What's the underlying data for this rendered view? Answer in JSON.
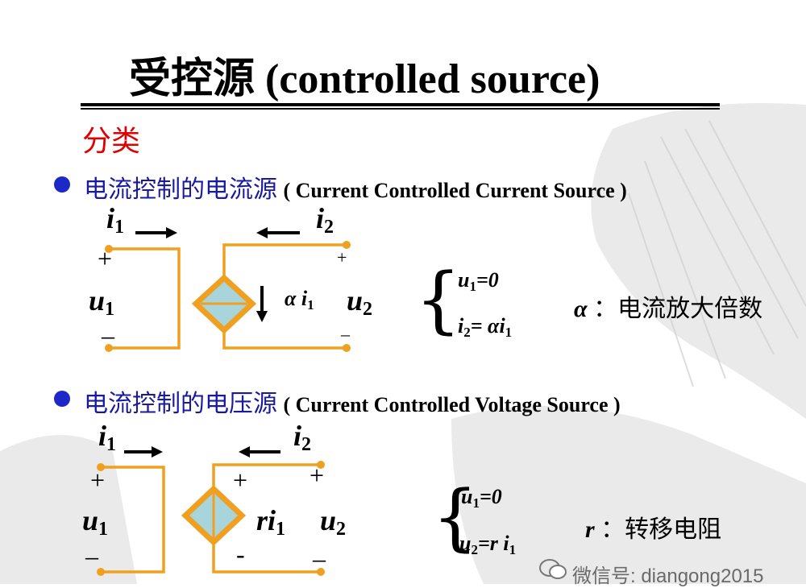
{
  "title": "受控源 (controlled source)",
  "subtitle": "分类",
  "section1": {
    "heading_cn": "电流控制的电流源",
    "heading_en": "( Current Controlled Current Source )",
    "i1": "i",
    "i1_sub": "1",
    "i2": "i",
    "i2_sub": "2",
    "u1": "u",
    "u1_sub": "1",
    "u2": "u",
    "u2_sub": "2",
    "plus_left": "+",
    "minus_left": "–",
    "plus_right": "+",
    "minus_right": "–",
    "source_label_coef": "α",
    "source_label_var": "i",
    "source_label_sub": "1",
    "eq1_var": "u",
    "eq1_sub": "1",
    "eq1_rhs": "=0",
    "eq2_var": "i",
    "eq2_sub": "2",
    "eq2_mid": "= α",
    "eq2_rhs_var": "i",
    "eq2_rhs_sub": "1",
    "brace": "{",
    "desc_symbol": "α",
    "desc_text": "：电流放大倍数"
  },
  "section2": {
    "heading_cn": "电流控制的电压源",
    "heading_en": "( Current Controlled Voltage Source )",
    "i1": "i",
    "i1_sub": "1",
    "i2": "i",
    "i2_sub": "2",
    "u1": "u",
    "u1_sub": "1",
    "u2": "u",
    "u2_sub": "2",
    "plus_left": "+",
    "minus_left": "–",
    "plus_src": "+",
    "minus_src": "-",
    "plus_right": "+",
    "minus_right": "–",
    "source_label_var": "ri",
    "source_label_sub": "1",
    "eq1_var": "u",
    "eq1_sub": "1",
    "eq1_rhs": "=0",
    "eq2_var": "u",
    "eq2_sub": "2",
    "eq2_mid": "=r ",
    "eq2_rhs_var": "i",
    "eq2_rhs_sub": "1",
    "brace": "{",
    "desc_symbol": "r",
    "desc_text": "：转移电阻"
  },
  "watermark": "微信号: diangong2015",
  "colors": {
    "wire": "#f0a020",
    "source_fill": "#a8d4dc",
    "bullet": "#1d28c8",
    "subtitle": "#e00000",
    "heading": "#1a1aa0"
  }
}
